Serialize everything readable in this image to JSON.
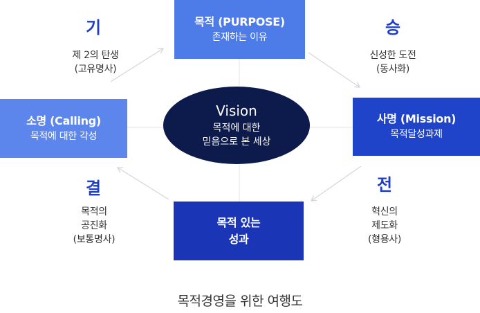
{
  "center": {
    "title": "Vision",
    "line1": "목적에 대한",
    "line2": "믿음으로 본 세상"
  },
  "boxes": {
    "purpose": {
      "title": "목적 (PURPOSE)",
      "subtitle": "존재하는 이유",
      "color": "#4d7be8"
    },
    "mission": {
      "title": "사명 (Mission)",
      "subtitle": "목적달성과제",
      "color": "#1f44c9"
    },
    "result": {
      "title_line1": "목적 있는",
      "title_line2": "성과",
      "color": "#1a35b5"
    },
    "calling": {
      "title": "소명 (Calling)",
      "subtitle": "목적에 대한 각성",
      "color": "#5c86eb"
    }
  },
  "stages": {
    "gi": {
      "char": "기",
      "lines": [
        "제 2의 탄생",
        "(고유명사)"
      ]
    },
    "seung": {
      "char": "승",
      "lines": [
        "신성한 도전",
        "(동사화)"
      ]
    },
    "jeon": {
      "char": "전",
      "lines": [
        "혁신의",
        "제도화",
        "(형용사)"
      ]
    },
    "gyeol": {
      "char": "결",
      "lines": [
        "목적의",
        "공진화",
        "(보통명사)"
      ]
    }
  },
  "caption": "목적경영을 위한 여행도",
  "colors": {
    "stage_text": "#1f3ec4",
    "vision_bg": "#0d1b4c",
    "line": "#dddddd"
  }
}
